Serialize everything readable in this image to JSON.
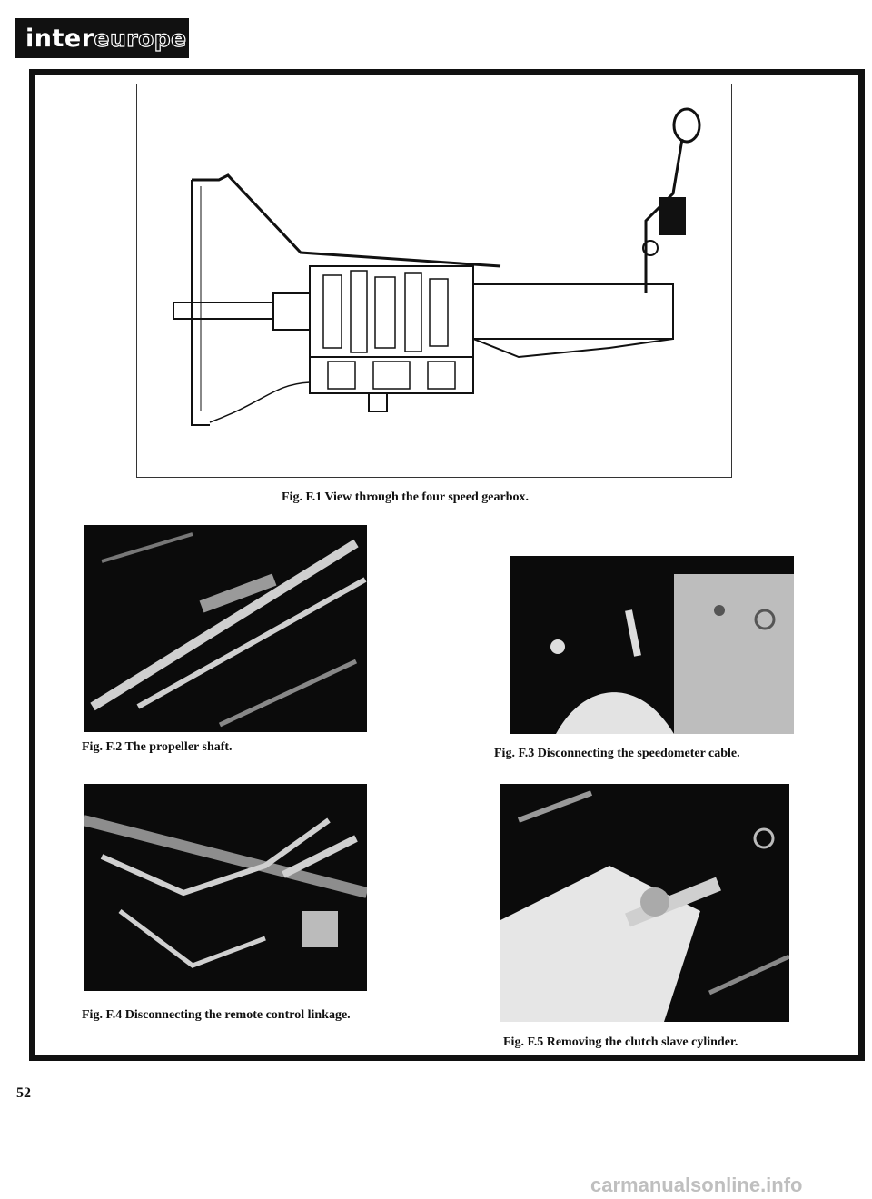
{
  "header": {
    "brand_prefix": "inter",
    "brand_suffix": "europe"
  },
  "figures": {
    "f1": {
      "caption": "Fig. F.1 View through the four speed gearbox."
    },
    "f2": {
      "caption": "Fig. F.2 The propeller shaft."
    },
    "f3": {
      "caption": "Fig. F.3 Disconnecting the speedometer cable."
    },
    "f4": {
      "caption": "Fig. F.4 Disconnecting the remote control linkage."
    },
    "f5": {
      "caption": "Fig. F.5 Removing the clutch slave cylinder."
    }
  },
  "page_number": "52",
  "watermark": "carmanualsonline.info",
  "colors": {
    "ink": "#111111",
    "photo_dark": "#0b0b0b",
    "photo_light": "#d9d9d9"
  }
}
